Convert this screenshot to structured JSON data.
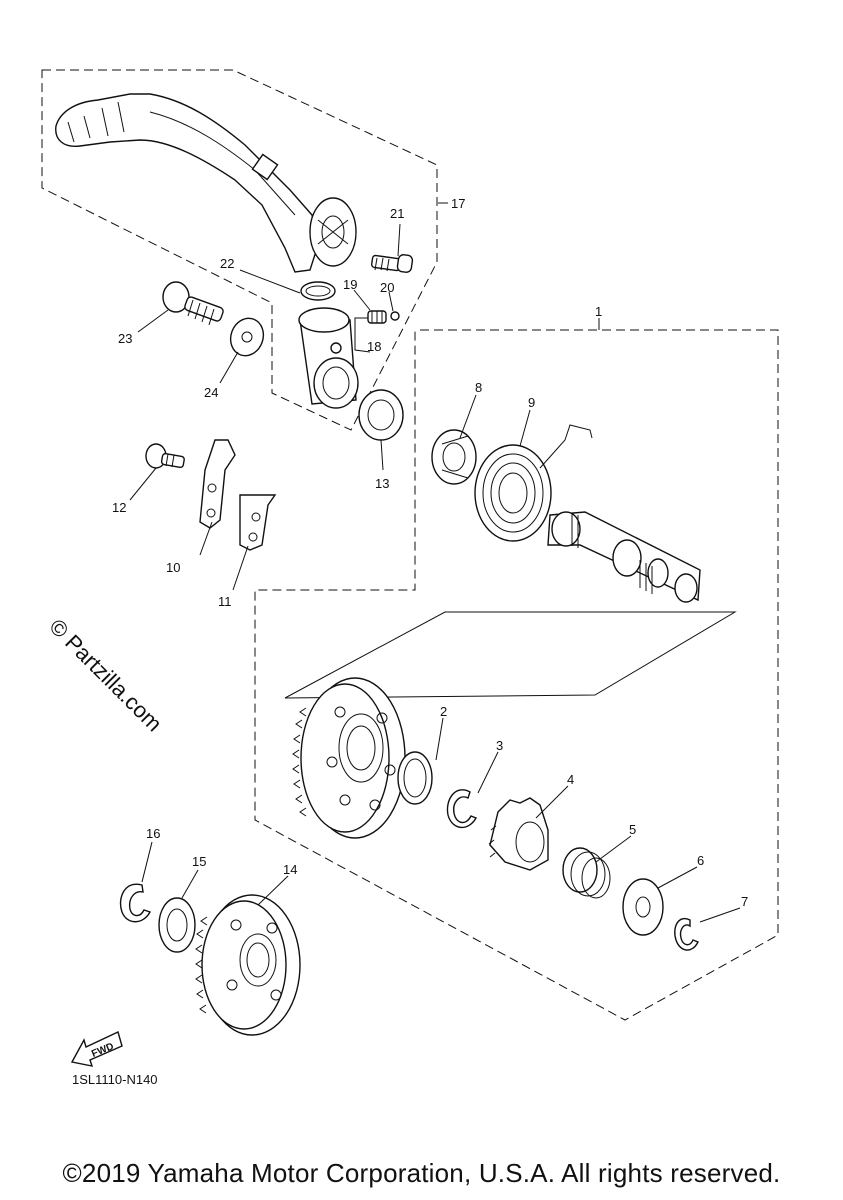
{
  "diagram": {
    "code": "1SL1110-N140",
    "watermark": "© Partzilla.com",
    "fwd_label": "FWD",
    "copyright": "©2019 Yamaha Motor Corporation, U.S.A. All rights reserved.",
    "callouts": {
      "c1": "1",
      "c2": "2",
      "c3": "3",
      "c4": "4",
      "c5": "5",
      "c6": "6",
      "c7": "7",
      "c8": "8",
      "c9": "9",
      "c10": "10",
      "c11": "11",
      "c12": "12",
      "c13": "13",
      "c14": "14",
      "c15": "15",
      "c16": "16",
      "c17": "17",
      "c18": "18",
      "c19": "19",
      "c20": "20",
      "c21": "21",
      "c22": "22",
      "c23": "23",
      "c24": "24"
    }
  }
}
